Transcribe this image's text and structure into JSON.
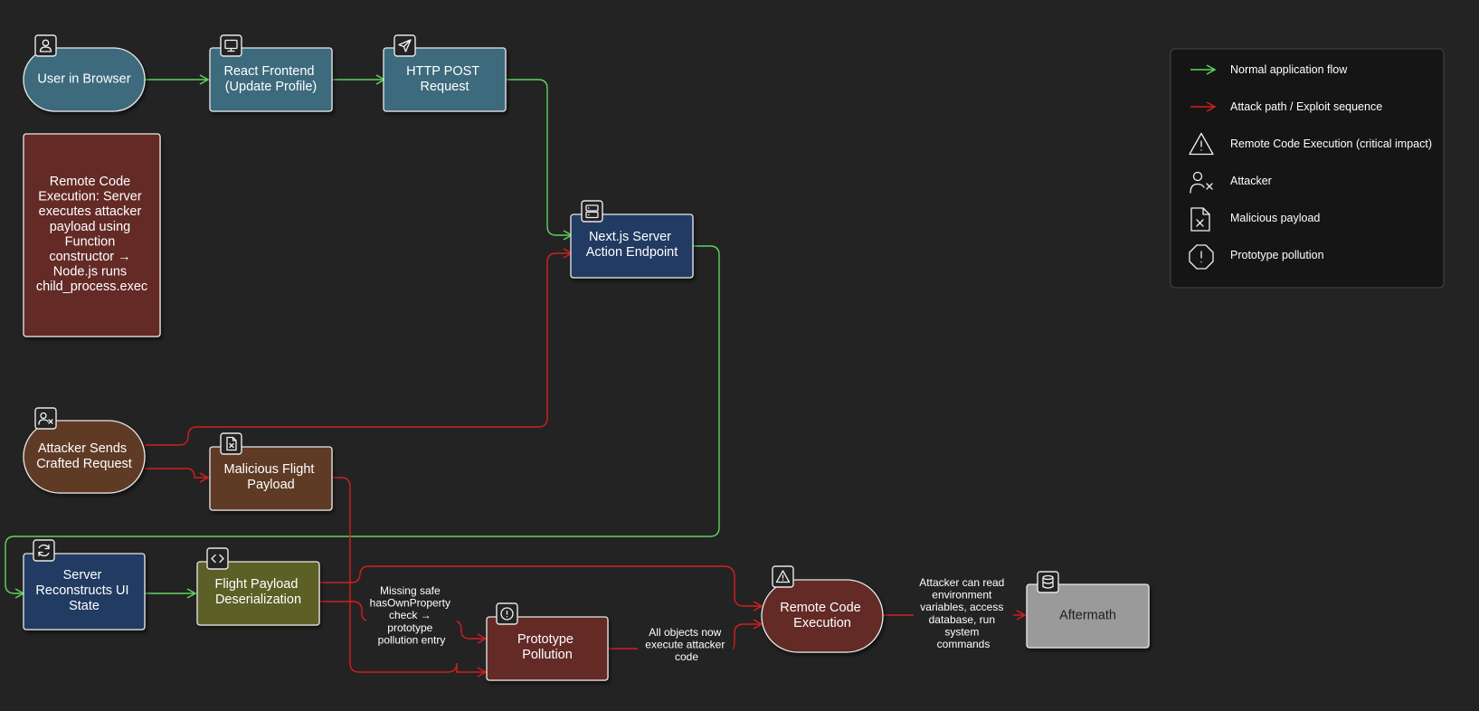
{
  "nodes": {
    "user_browser": {
      "label": [
        "User in Browser"
      ],
      "color": "#3d6b7d",
      "icon": "user-icon"
    },
    "react_frontend": {
      "label": [
        "React Frontend",
        "(Update Profile)"
      ],
      "color": "#3d6b7d",
      "icon": "monitor-icon"
    },
    "http_post": {
      "label": [
        "HTTP POST",
        "Request"
      ],
      "color": "#3d6b7d",
      "icon": "send-icon"
    },
    "rce_note": {
      "label": [
        "Remote Code",
        "Execution: Server",
        "executes attacker",
        "payload using",
        "Function",
        "constructor →",
        "Node.js runs",
        "child_process.exec"
      ],
      "color": "#632a28"
    },
    "nextjs_server": {
      "label": [
        "Next.js Server",
        "Action Endpoint"
      ],
      "color": "#233a62",
      "icon": "server-icon"
    },
    "attacker": {
      "label": [
        "Attacker Sends",
        "Crafted Request"
      ],
      "color": "#5f3a26",
      "icon": "attacker-icon"
    },
    "malicious_payload": {
      "label": [
        "Malicious Flight",
        "Payload"
      ],
      "color": "#5f3a26",
      "icon": "file-x-icon"
    },
    "server_reconstructs": {
      "label": [
        "Server",
        "Reconstructs UI",
        "State"
      ],
      "color": "#233a62",
      "icon": "refresh-icon"
    },
    "deserialization": {
      "label": [
        "Flight Payload",
        "Deserialization"
      ],
      "color": "#5c6128",
      "icon": "code-icon"
    },
    "prototype_pollution": {
      "label": [
        "Prototype",
        "Pollution"
      ],
      "color": "#632a28",
      "icon": "octagon-alert-icon"
    },
    "remote_code_execution": {
      "label": [
        "Remote Code",
        "Execution"
      ],
      "color": "#632a28",
      "icon": "triangle-alert-icon"
    },
    "aftermath": {
      "label": [
        "Aftermath"
      ],
      "color": "#9a9a9a",
      "icon": "database-icon"
    }
  },
  "edge_labels": {
    "missing_check": [
      "Missing safe",
      "hasOwnProperty",
      "check →",
      "prototype",
      "pollution entry"
    ],
    "all_objects": [
      "All objects now",
      "execute attacker",
      "code"
    ],
    "attacker_can_read": [
      "Attacker can read",
      "environment",
      "variables, access",
      "database, run",
      "system",
      "commands"
    ]
  },
  "legend": {
    "items": [
      {
        "icon": "green-arrow-icon",
        "text": "Normal application flow"
      },
      {
        "icon": "red-arrow-icon",
        "text": "Attack path / Exploit sequence"
      },
      {
        "icon": "triangle-alert-icon",
        "text": "Remote Code Execution (critical impact)"
      },
      {
        "icon": "attacker-icon",
        "text": "Attacker"
      },
      {
        "icon": "file-x-icon",
        "text": "Malicious payload"
      },
      {
        "icon": "octagon-alert-icon",
        "text": "Prototype pollution"
      }
    ]
  },
  "colors": {
    "background": "#232323",
    "normal_flow": "#5fd35f",
    "attack_path": "#d21f1f",
    "legend_bg": "#151515"
  }
}
